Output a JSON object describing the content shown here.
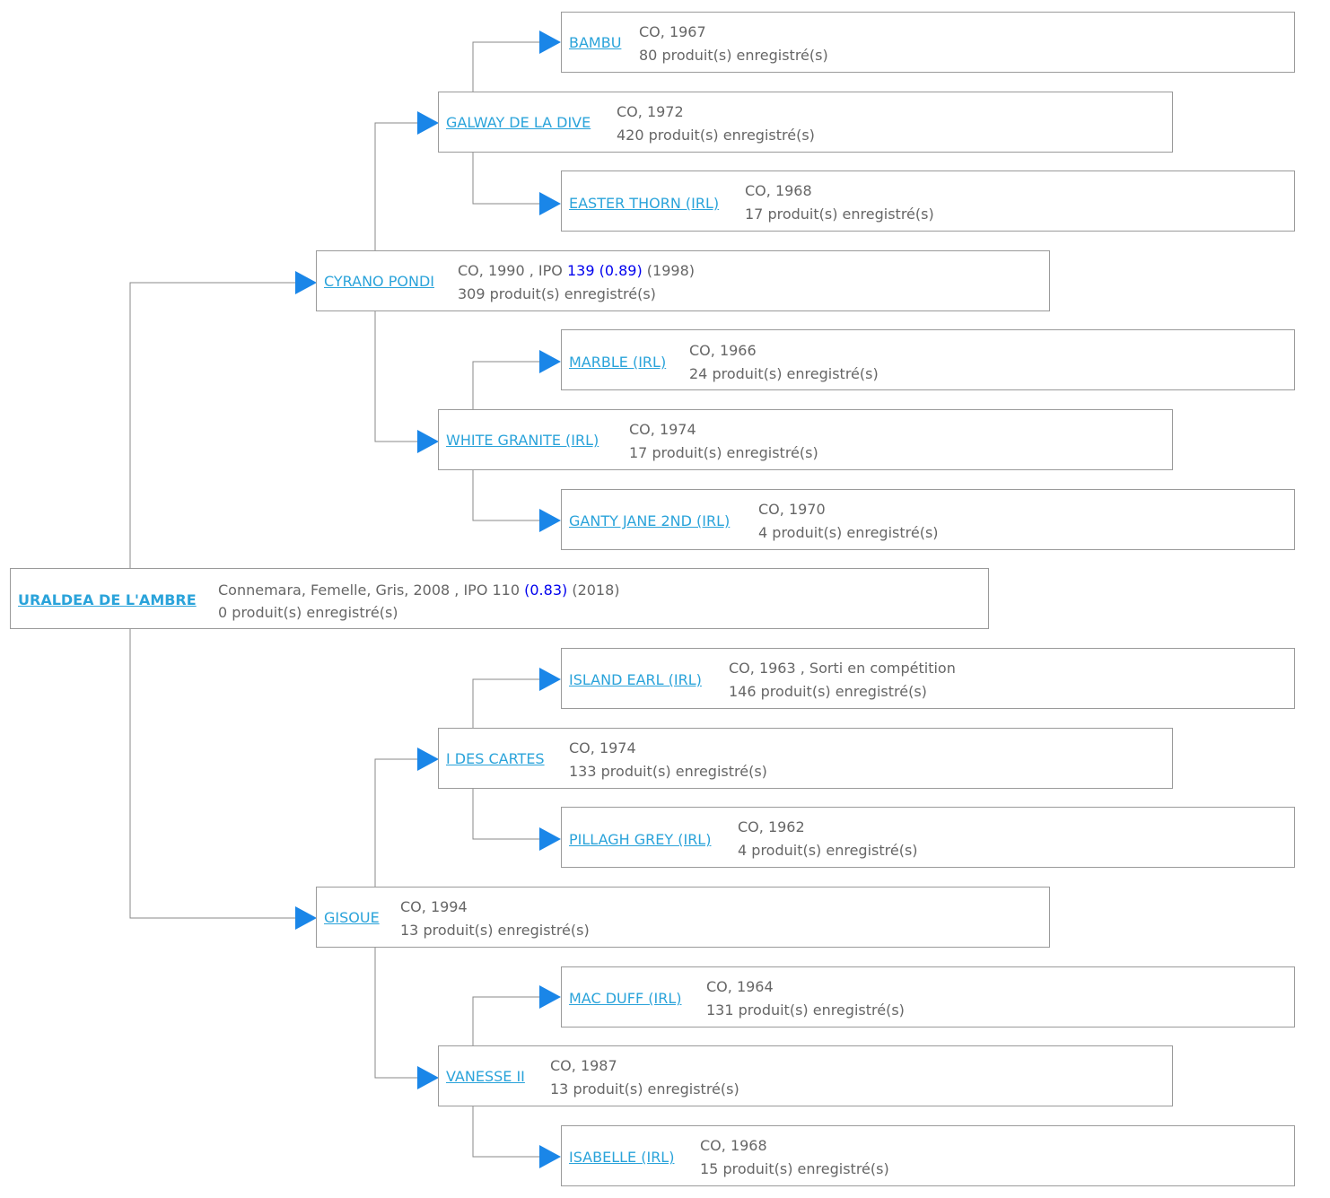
{
  "unit_label": "produit(s) enregistré(s)",
  "root": {
    "name": "URALDEA DE L'AMBRE",
    "details": "Connemara, Femelle, Gris, 2008 , IPO 110 ",
    "ipo_index": "(0.83)",
    "details_end": " (2018)",
    "products": "0"
  },
  "sire": {
    "name": "CYRANO PONDI",
    "details": "CO, 1990 , IPO ",
    "ipo_value": "139 (0.89)",
    "details_end": " (1998)",
    "products": "309"
  },
  "sire_sire": {
    "name": "GALWAY DE LA DIVE",
    "details": "CO, 1972",
    "products": "420"
  },
  "sire_sire_sire": {
    "name": "BAMBU",
    "details": "CO, 1967",
    "products": "80"
  },
  "sire_sire_dam": {
    "name": "EASTER THORN (IRL)",
    "details": "CO, 1968",
    "products": "17"
  },
  "sire_dam": {
    "name": "WHITE GRANITE (IRL)",
    "details": "CO, 1974",
    "products": "17"
  },
  "sire_dam_sire": {
    "name": "MARBLE (IRL)",
    "details": "CO, 1966",
    "products": "24"
  },
  "sire_dam_dam": {
    "name": "GANTY JANE 2ND (IRL)",
    "details": "CO, 1970",
    "products": "4"
  },
  "dam": {
    "name": "GISOUE",
    "details": "CO, 1994",
    "products": "13"
  },
  "dam_sire": {
    "name": "I DES CARTES",
    "details": "CO, 1974",
    "products": "133"
  },
  "dam_sire_sire": {
    "name": "ISLAND EARL (IRL)",
    "details": "CO, 1963 , Sorti en compétition",
    "products": "146"
  },
  "dam_sire_dam": {
    "name": "PILLAGH GREY (IRL)",
    "details": "CO, 1962",
    "products": "4"
  },
  "dam_dam": {
    "name": "VANESSE II",
    "details": "CO, 1987",
    "products": "13"
  },
  "dam_dam_sire": {
    "name": "MAC DUFF (IRL)",
    "details": "CO, 1964",
    "products": "131"
  },
  "dam_dam_dam": {
    "name": "ISABELLE (IRL)",
    "details": "CO, 1968",
    "products": "15"
  },
  "colors": {
    "link": "#2aa3da",
    "arrow": "#1a86e8",
    "index": "#0000ee",
    "border": "#9a9a9a"
  }
}
